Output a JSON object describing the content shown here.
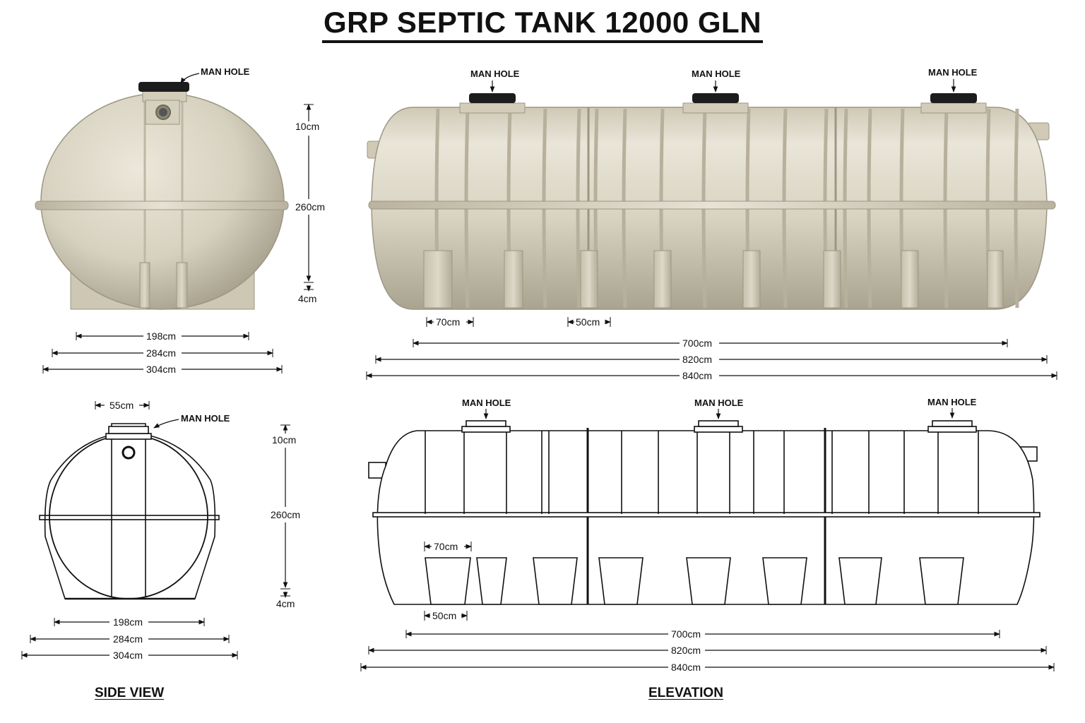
{
  "title": "GRP SEPTIC TANK 12000 GLN",
  "captions": {
    "side_view": "SIDE VIEW",
    "elevation": "ELEVATION"
  },
  "labels": {
    "man_hole": "MAN HOLE"
  },
  "dimensions": {
    "height_top": "10cm",
    "height_body": "260cm",
    "height_base": "4cm",
    "width_inner": "198cm",
    "width_mid": "284cm",
    "width_outer": "304cm",
    "manhole_width": "55cm",
    "leg_width": "70cm",
    "leg_gap": "50cm",
    "length_inner": "700cm",
    "length_mid": "820cm",
    "length_outer": "840cm"
  },
  "colors": {
    "tank_fill": "#d9d4c3",
    "tank_shadow": "#a9a390",
    "manhole_cap": "#1a1a1a",
    "line": "#111111"
  }
}
